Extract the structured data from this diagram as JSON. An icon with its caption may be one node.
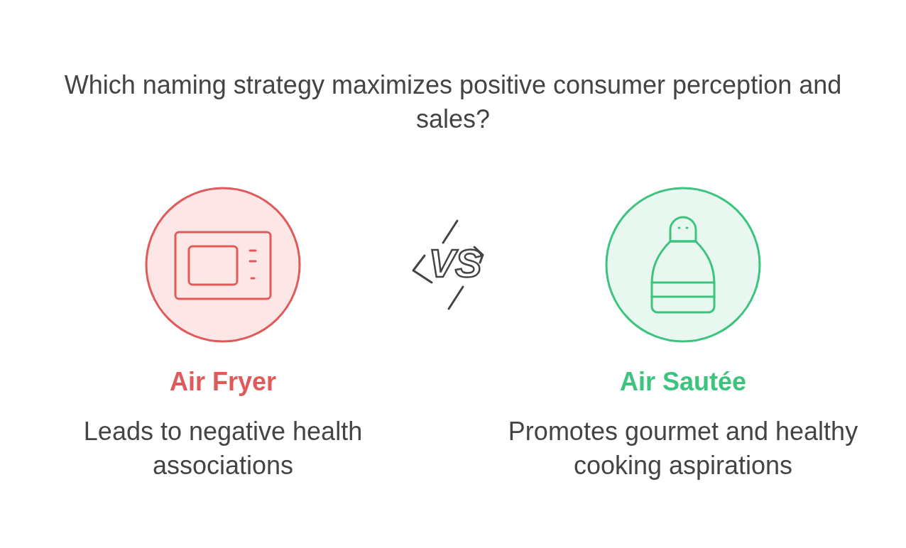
{
  "diagram": {
    "title": "Which naming strategy maximizes positive consumer perception and sales?",
    "nodes": [
      {
        "text": [
          "Air Fryer",
          "Leads to negative health associations"
        ]
      },
      {
        "text": [
          "Air Sautée",
          "Promotes gourmet and healthy cooking aspirations"
        ]
      }
    ],
    "labels": [
      "VS"
    ]
  }
}
